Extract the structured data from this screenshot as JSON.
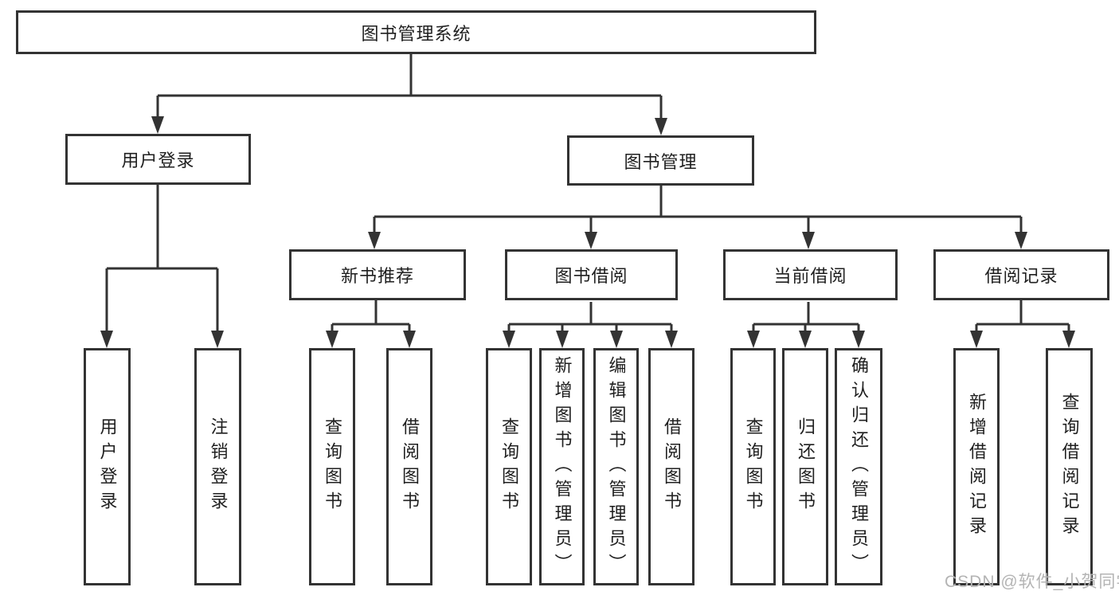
{
  "diagram": {
    "root": {
      "label": "图书管理系统"
    },
    "branches": [
      {
        "label": "用户登录",
        "children": [
          {
            "label": "用户登录"
          },
          {
            "label": "注销登录"
          }
        ]
      },
      {
        "label": "图书管理",
        "groups": [
          {
            "label": "新书推荐",
            "children": [
              {
                "label": "查询图书"
              },
              {
                "label": "借阅图书"
              }
            ]
          },
          {
            "label": "图书借阅",
            "children": [
              {
                "label": "查询图书"
              },
              {
                "label": "新增图书（管理员）"
              },
              {
                "label": "编辑图书（管理员）"
              },
              {
                "label": "借阅图书"
              }
            ]
          },
          {
            "label": "当前借阅",
            "children": [
              {
                "label": "查询图书"
              },
              {
                "label": "归还图书"
              },
              {
                "label": "确认归还（管理员）"
              }
            ]
          },
          {
            "label": "借阅记录",
            "children": [
              {
                "label": "新增借阅记录"
              },
              {
                "label": "查询借阅记录"
              }
            ]
          }
        ]
      }
    ]
  },
  "watermark": {
    "text": "CSDN @软件_小贺同学"
  },
  "colors": {
    "line": "#333333",
    "box_border": "#333333",
    "text": "#1f1f1f",
    "background": "#ffffff",
    "watermark": "#b4b4b4"
  }
}
